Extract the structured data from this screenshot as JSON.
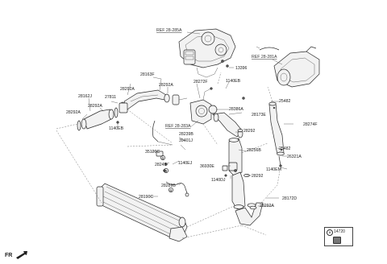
{
  "labels": {
    "l_28163F": "28163F",
    "l_28162J": "28162J",
    "l_28292A_a": "28292A",
    "l_28292A_b": "28292A",
    "l_28292A_c": "28292A",
    "l_28292A_d": "28292A",
    "l_28292A_e": "28292A",
    "l_27811": "27811",
    "l_1140EB_a": "1140EB",
    "l_1140EB_b": "1140EB",
    "l_28272F": "28272F",
    "l_13396": "13396",
    "l_28386A": "28386A",
    "l_28173E": "28173E",
    "l_28292": "28292",
    "l_28256B": "28256B",
    "l_28239B": "28239B",
    "l_39401J": "39401J",
    "l_35120C": "35120C",
    "l_1140EJ": "1140EJ",
    "l_28245": "28245",
    "l_28289B": "28289B",
    "l_36930E": "36930E",
    "l_1140DJ": "1140DJ",
    "l_28292_b": "28292",
    "l_28172D": "28172D",
    "l_28190C": "28190C",
    "l_25482_a": "25482",
    "l_28274F": "28274F",
    "l_25482_b": "25482",
    "l_26321A": "26321A",
    "l_1140EM": "1140EM",
    "l_14720": "14720"
  },
  "refs": {
    "ref_285A": "REF 28-285A",
    "ref_281A": "REF 28-281A",
    "ref_283A": "REF 28-283A"
  },
  "callouts": {
    "a": "a"
  },
  "direction": {
    "fr": "FR"
  },
  "legend": {
    "symbol": "a",
    "part": "14720"
  }
}
